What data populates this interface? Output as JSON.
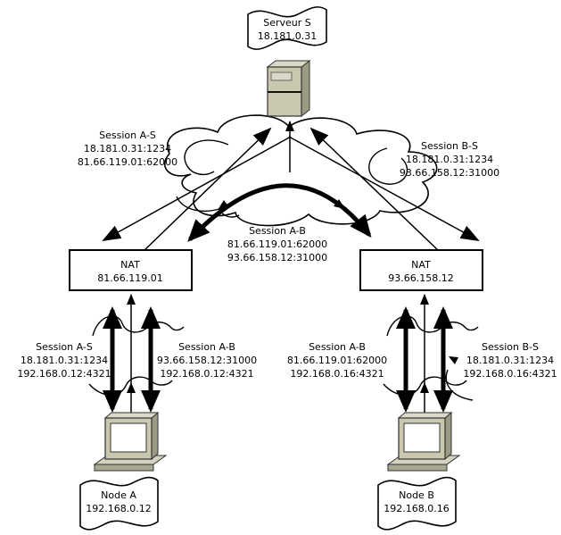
{
  "diagram_type": "network-nat-traversal",
  "server": {
    "name": "Serveur S",
    "address": "18.181.0.31"
  },
  "nat_left": {
    "label": "NAT",
    "address": "81.66.119.01"
  },
  "nat_right": {
    "label": "NAT",
    "address": "93.66.158.12"
  },
  "node_left": {
    "name": "Node A",
    "address": "192.168.0.12"
  },
  "node_right": {
    "name": "Node B",
    "address": "192.168.0.16"
  },
  "sessions": [
    {
      "id": "top-left",
      "lines": [
        "Session A-S",
        "18.181.0.31:1234",
        "81.66.119.01:62000"
      ]
    },
    {
      "id": "top-right",
      "lines": [
        "Session B-S",
        "18.181.0.31:1234",
        "93.66.158.12:31000"
      ]
    },
    {
      "id": "middle",
      "lines": [
        "Session A-B",
        "81.66.119.01:62000",
        "93.66.158.12:31000"
      ]
    },
    {
      "id": "bottom-left-outer",
      "lines": [
        "Session A-S",
        "18.181.0.31:1234",
        "192.168.0.12:4321"
      ]
    },
    {
      "id": "bottom-left-inner",
      "lines": [
        "Session A-B",
        "93.66.158.12:31000",
        "192.168.0.12:4321"
      ]
    },
    {
      "id": "bottom-right-inner",
      "lines": [
        "Session A-B",
        "81.66.119.01:62000",
        "192.168.0.16:4321"
      ]
    },
    {
      "id": "bottom-right-outer",
      "lines": [
        "Session B-S",
        "18.181.0.31:1234",
        "192.168.0.16:4321"
      ]
    }
  ],
  "icons": {
    "server": "tower-server-icon",
    "node": "desktop-computer-icon",
    "network": "internet-cloud"
  },
  "colors": {
    "background": "#ffffff",
    "stroke": "#000000",
    "device_front": "#c9c8af",
    "device_side": "#9b9b83",
    "device_top": "#dadac8",
    "screen": "#ffffff"
  }
}
